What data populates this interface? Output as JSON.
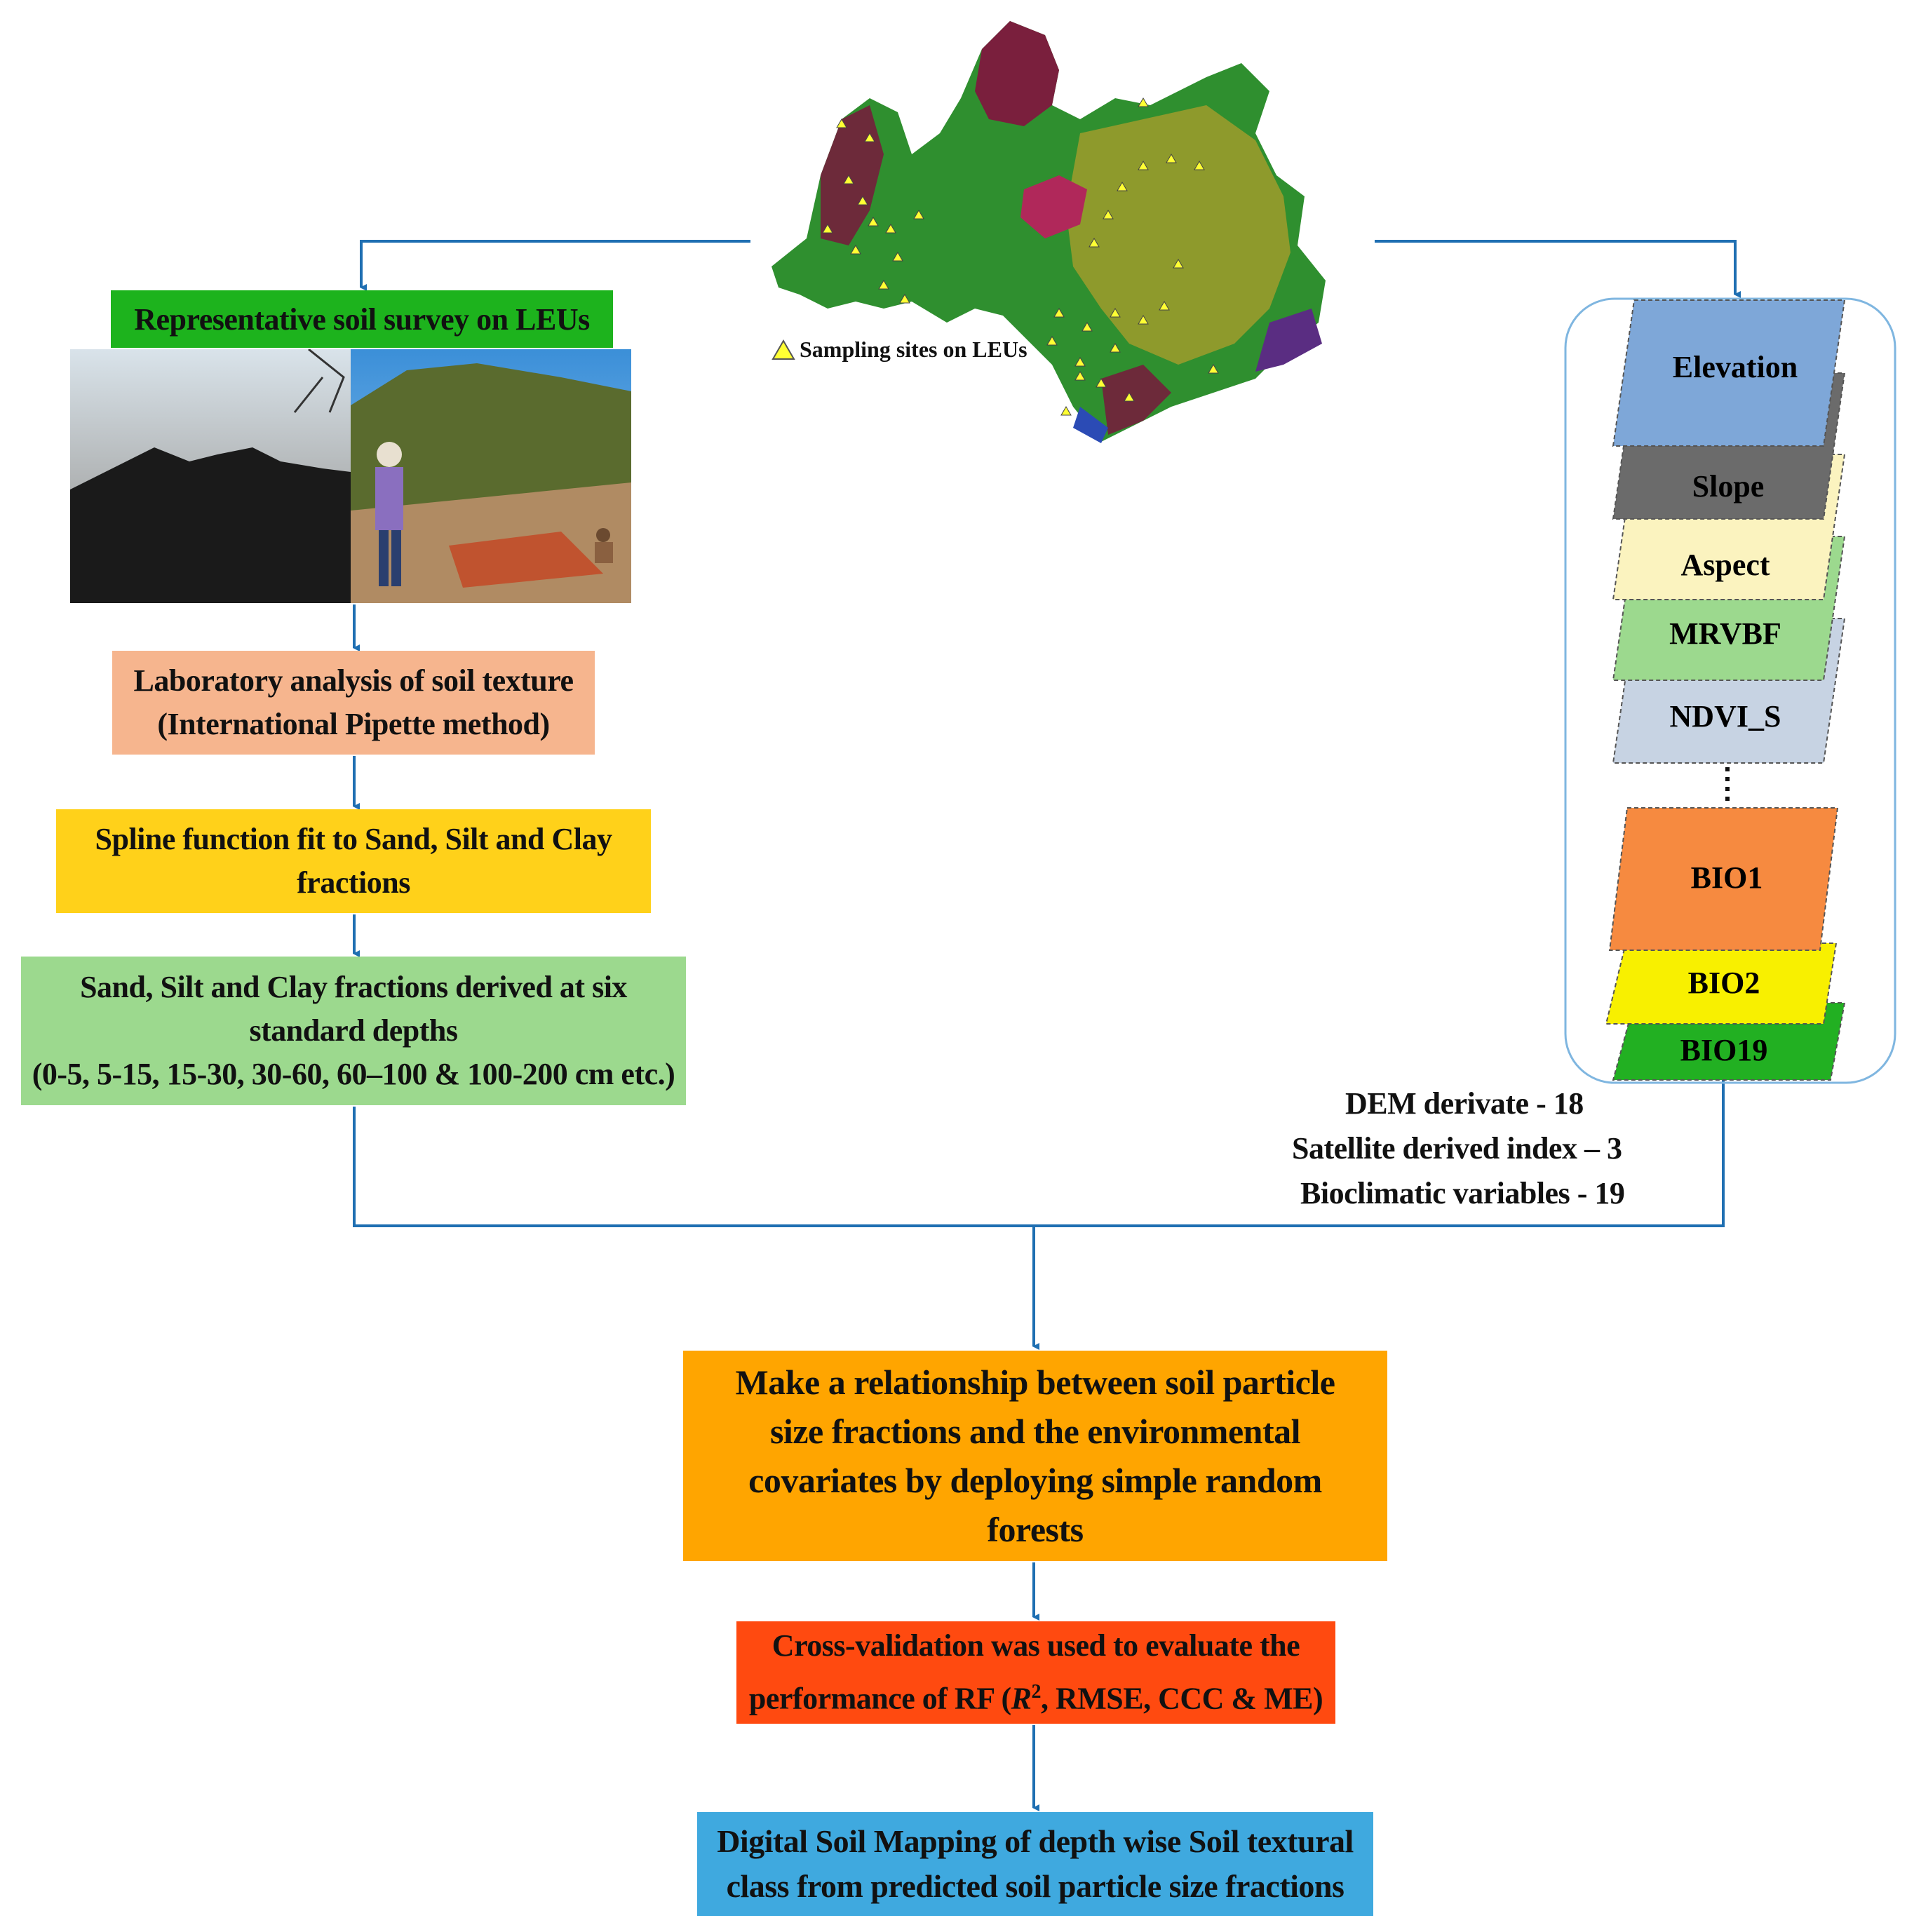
{
  "steps": {
    "survey": "Representative soil survey on LEUs",
    "lab_line1": "Laboratory analysis of soil texture",
    "lab_line2": "(International Pipette method)",
    "spline_line1": "Spline function fit to Sand, Silt and Clay",
    "spline_line2": "fractions",
    "fractions_line1": "Sand, Silt and Clay fractions derived at six",
    "fractions_line2": "standard depths",
    "fractions_line3": "(0-5, 5-15, 15-30, 30-60, 60–100 & 100-200 cm etc.)",
    "relationship_line1": "Make a relationship between soil particle",
    "relationship_line2": "size fractions and the environmental",
    "relationship_line3": "covariates by deploying simple random",
    "relationship_line4": "forests",
    "crossval_line1": "Cross-validation was used to evaluate the",
    "crossval_line2_pre": "performance of RF (",
    "crossval_r": "R",
    "crossval_sup": "2",
    "crossval_line2_post": ", RMSE, CCC & ME)",
    "dsm_line1": "Digital Soil Mapping of depth wise Soil textural",
    "dsm_line2": "class from predicted soil particle size fractions"
  },
  "map": {
    "legend": "Sampling sites on LEUs"
  },
  "covariates": {
    "layers": [
      {
        "label": "Elevation",
        "color": "#7ea7d8"
      },
      {
        "label": "Slope",
        "color": "#6b6b6b"
      },
      {
        "label": "Aspect",
        "color": "#fbf3bf"
      },
      {
        "label": "MRVBF",
        "color": "#9cd98e"
      },
      {
        "label": "NDVI_S",
        "color": "#c7d3e3"
      },
      {
        "label": "BIO1",
        "color": "#f68a40"
      },
      {
        "label": "BIO2",
        "color": "#f8f000"
      },
      {
        "label": "BIO19",
        "color": "#22b022"
      }
    ],
    "dem": "DEM derivate - 18",
    "satellite": "Satellite derived index – 3",
    "bioclimatic": "Bioclimatic variables - 19"
  },
  "colors": {
    "connector": "#1f6fb2",
    "survey": "#1db31d",
    "lab": "#f6b58e",
    "spline": "#ffd11a",
    "fractions": "#9cd98e",
    "relationship": "#ffa500",
    "crossval": "#ff4a10",
    "dsm": "#3fa9df"
  }
}
